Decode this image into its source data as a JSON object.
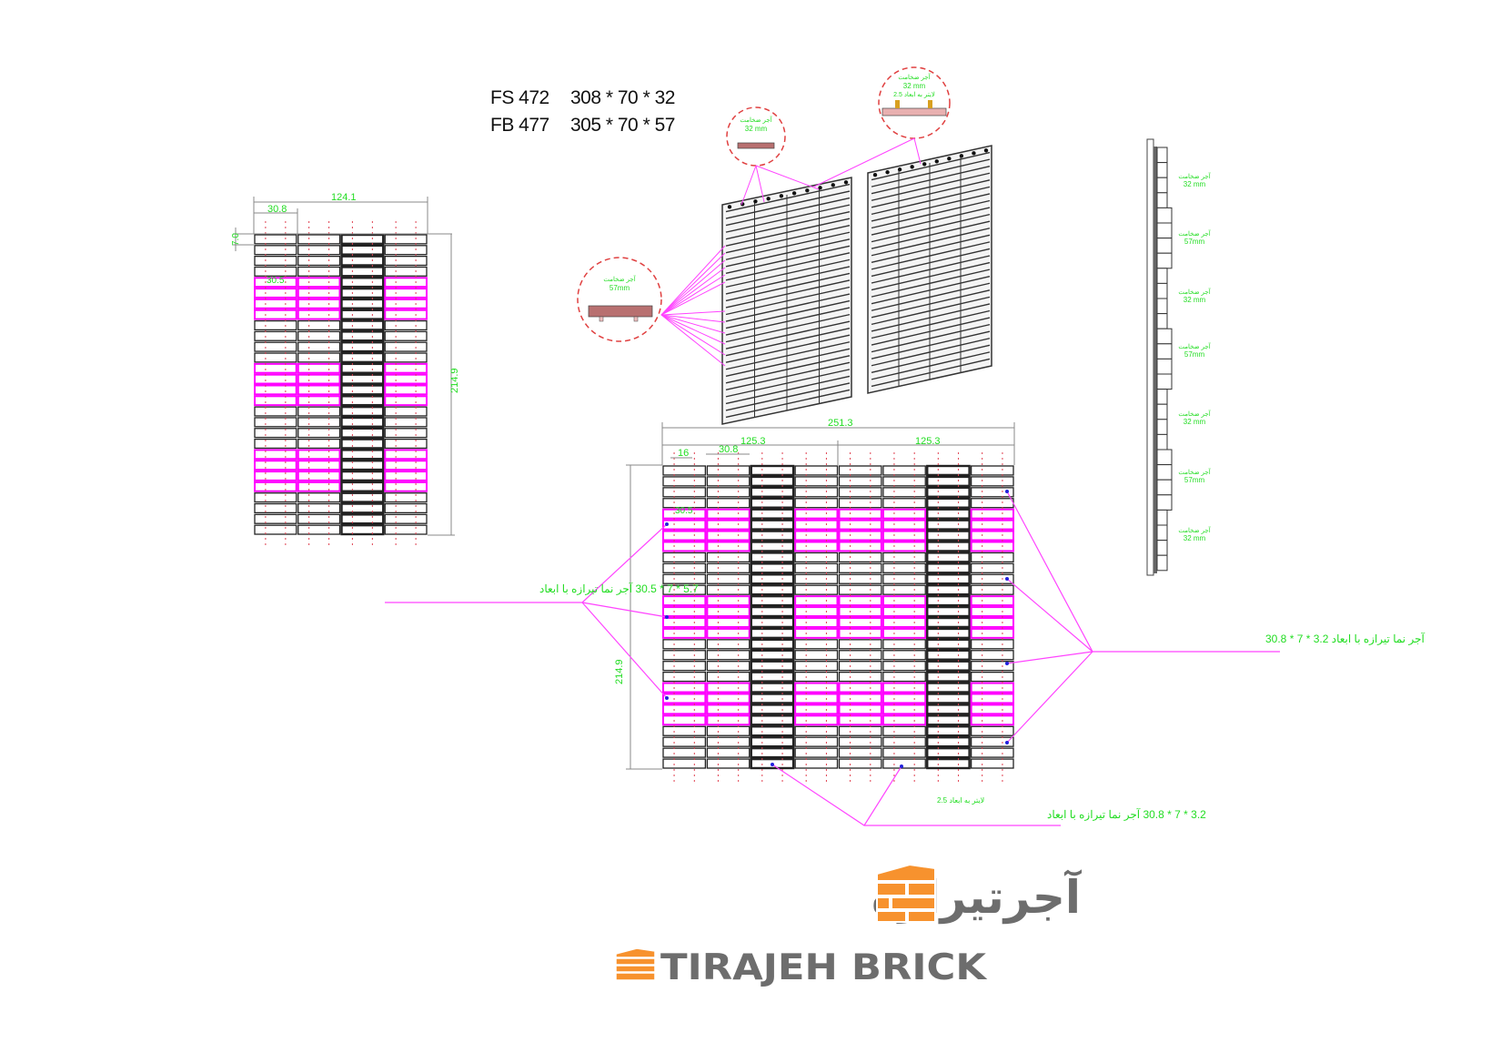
{
  "header": {
    "rows": [
      {
        "code": "FS 472",
        "dims": "308 * 70 * 32"
      },
      {
        "code": "FB 477",
        "dims": "305 * 70 * 57"
      }
    ]
  },
  "left_elevation": {
    "width_dim": "124.1",
    "column_dim": "30.8",
    "row_dim": "7.0",
    "inner_dim": "30.5",
    "height_dim": "214.9",
    "columns": 4,
    "rows": 28,
    "bold_columns": [
      2
    ],
    "accent_rows": [
      4,
      5,
      6,
      7,
      12,
      13,
      14,
      15,
      20,
      21,
      22,
      23
    ]
  },
  "main_elevation": {
    "total_dim": "251.3",
    "half_dims": [
      "125.3",
      "125.3"
    ],
    "small_dim": "16",
    "column_dim": "30.8",
    "inner_dim": "30.5",
    "height_dim": "214.9",
    "columns": 8,
    "rows": 28,
    "bold_columns": [
      2,
      6
    ],
    "accent_rows": [
      4,
      5,
      6,
      7,
      12,
      13,
      14,
      15,
      20,
      21,
      22,
      23
    ]
  },
  "callouts": {
    "left": "5.7 * 7 * 30.5 آجر نما تیرازه با ابعاد",
    "right": "آجر نما تیرازه با ابعاد 3.2 * 7 * 30.8",
    "bottom_sub": "لایتر به ابعاد 2.5",
    "bottom": "3.2 * 7 * 30.8 آجر نما تیرازه با ابعاد"
  },
  "detail_circles": [
    {
      "title": "آجر ضخامت",
      "value": "32 mm",
      "note": ""
    },
    {
      "title": "آجر ضخامت",
      "value": "32 mm",
      "note": "لایتر به ابعاد 2.5"
    },
    {
      "title": "آجر ضخامت",
      "value": "57mm",
      "note": ""
    }
  ],
  "side_labels": [
    {
      "title": "آجر ضخامت",
      "value": "32 mm"
    },
    {
      "title": "آجر ضخامت",
      "value": "57mm"
    },
    {
      "title": "آجر ضخامت",
      "value": "32 mm"
    },
    {
      "title": "آجر ضخامت",
      "value": "57mm"
    },
    {
      "title": "آجر ضخامت",
      "value": "32 mm"
    },
    {
      "title": "آجر ضخامت",
      "value": "57mm"
    },
    {
      "title": "آجر ضخامت",
      "value": "32 mm"
    }
  ],
  "logo": {
    "persian": "آجرتیرازه",
    "english": "TIRAJEH BRICK"
  },
  "colors": {
    "accent": "#ff00ff",
    "dim_text": "#22dd22",
    "brand_orange": "#f7922e",
    "brand_gray": "#6d6d6d",
    "joint": "#e0404f"
  }
}
